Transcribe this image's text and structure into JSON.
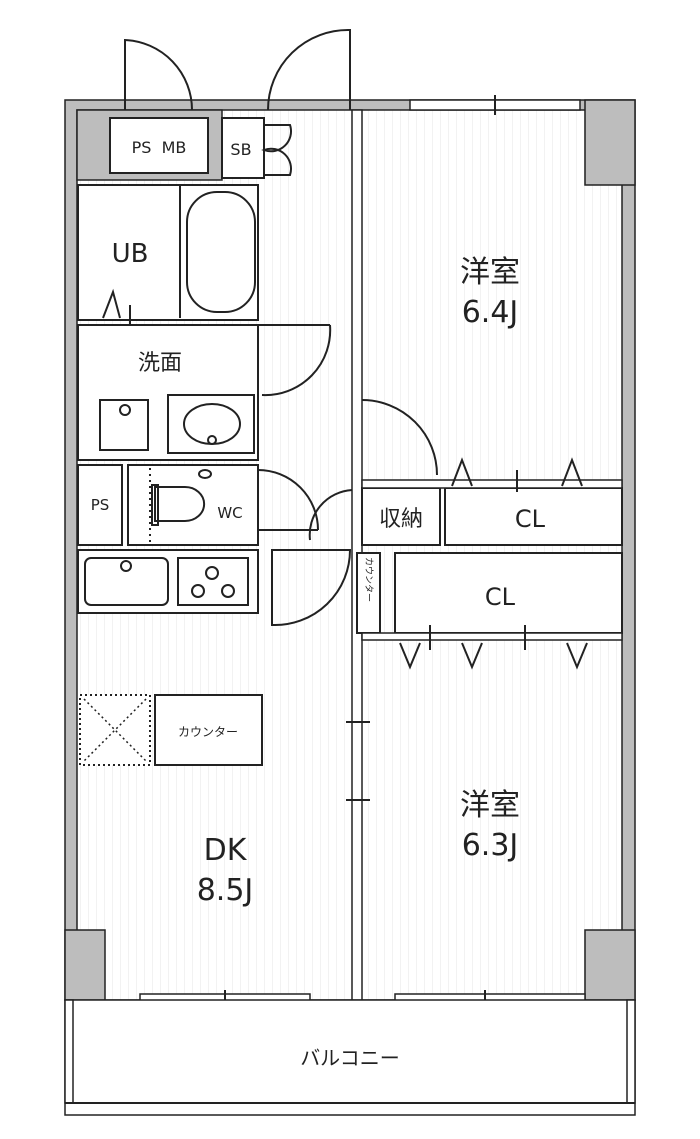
{
  "plan": {
    "rooms": {
      "ps_mb": "PS  MB",
      "sb": "SB",
      "ub": "UB",
      "washroom": "洗面",
      "ps": "PS",
      "wc": "WC",
      "storage": "収納",
      "cl_upper": "CL",
      "cl_lower": "CL",
      "counter_small": "カウンター",
      "counter": "カウンター",
      "western_room_1": {
        "name": "洋室",
        "size": "6.4J"
      },
      "western_room_2": {
        "name": "洋室",
        "size": "6.3J"
      },
      "dk": {
        "name": "DK",
        "size": "8.5J"
      },
      "balcony": "バルコニー"
    },
    "colors": {
      "wall": "#bdbdbd",
      "line": "#222222"
    }
  }
}
